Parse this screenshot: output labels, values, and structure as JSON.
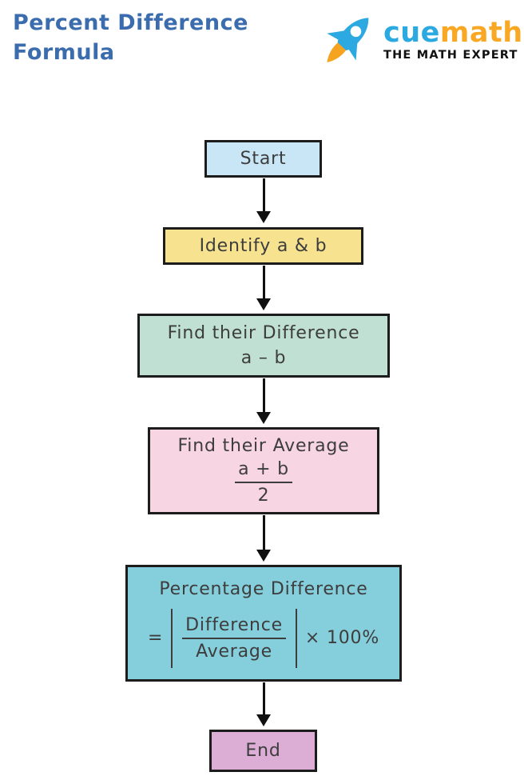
{
  "header": {
    "title_line1": "Percent Difference",
    "title_line2": "Formula",
    "title_color": "#3B6DAE"
  },
  "logo": {
    "brand_cue": "cue",
    "brand_math": "math",
    "tagline": "THE MATH EXPERT",
    "cue_color": "#2BA9E0",
    "math_color": "#F9A825",
    "rocket_body_color": "#2BA9E0",
    "rocket_flame_color": "#F6A41F",
    "rocket_icon": "rocket"
  },
  "flowchart": {
    "border_color": "#1C1C1C",
    "text_color": "#3D3D3D",
    "arrow_color": "#101010",
    "nodes": {
      "start": {
        "label": "Start",
        "fill": "#C8E6F5"
      },
      "identify": {
        "label": "Identify a & b",
        "fill": "#F6E28F"
      },
      "difference": {
        "label": "Find their Difference",
        "formula": "a – b",
        "fill": "#BFE0D2"
      },
      "average": {
        "label": "Find their Average",
        "numerator": "a + b",
        "denominator": "2",
        "fill": "#F7D5E3"
      },
      "percentage": {
        "label": "Percentage Difference",
        "equals": "=",
        "numerator": "Difference",
        "denominator": "Average",
        "multiplier": "× 100%",
        "fill": "#85CEDC"
      },
      "end": {
        "label": "End",
        "fill": "#DCAED6"
      }
    }
  }
}
